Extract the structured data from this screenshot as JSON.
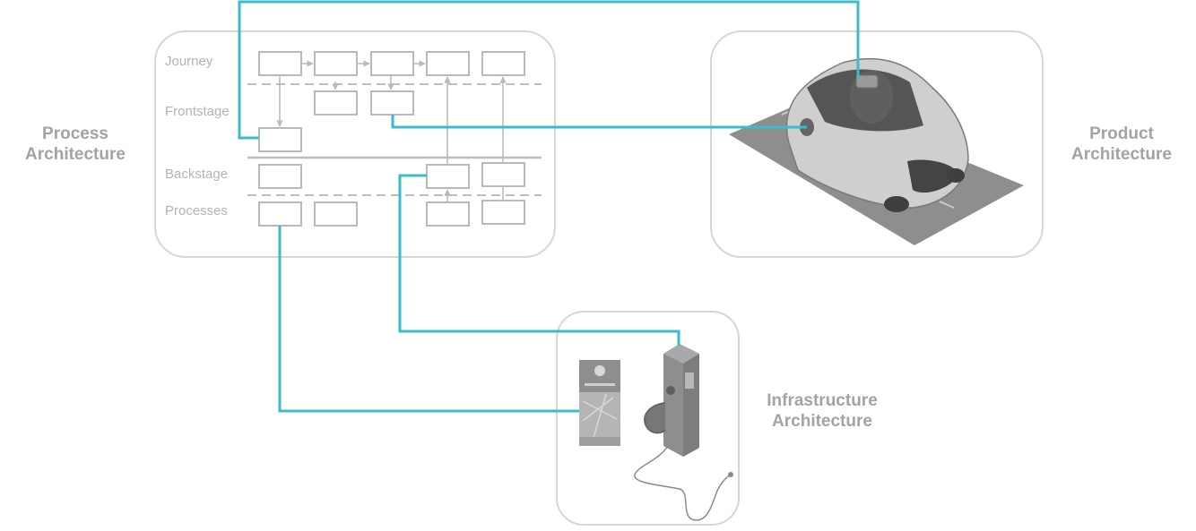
{
  "colors": {
    "connector": "#3bbccc",
    "frame": "#d6d6d6",
    "box": "#b9b9b9",
    "separator": "#bdbdbd",
    "label": "#a3a3a3",
    "illustration": "#9a9a9a"
  },
  "labels": {
    "process": {
      "line1": "Process",
      "line2": "Architecture"
    },
    "product": {
      "line1": "Product",
      "line2": "Architecture"
    },
    "infrastructure": {
      "line1": "Infrastructure",
      "line2": "Architecture"
    }
  },
  "lanes": {
    "journey": "Journey",
    "frontstage": "Frontstage",
    "backstage": "Backstage",
    "processes": "Processes"
  },
  "icons": {
    "product": "electric-car-icon",
    "infrastructure_app": "mobile-app-icon",
    "infrastructure_station": "charging-station-icon"
  }
}
